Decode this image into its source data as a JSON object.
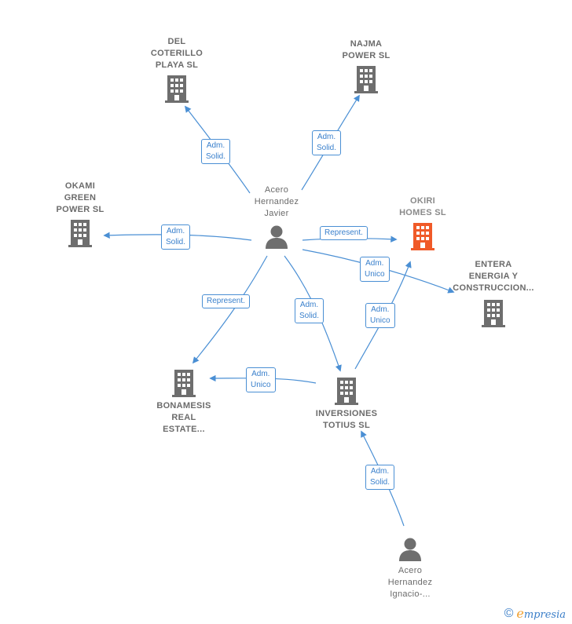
{
  "colors": {
    "edge": "#4a8fd4",
    "building": "#6e6e6e",
    "building_focus": "#f05a28",
    "person": "#6e6e6e"
  },
  "nodes": {
    "del_coterillo": {
      "label": "DEL\nCOTERILLO\nPLAYA SL",
      "icon": "building-icon"
    },
    "najma": {
      "label": "NAJMA\nPOWER SL",
      "icon": "building-icon"
    },
    "okami": {
      "label": "OKAMI\nGREEN\nPOWER SL",
      "icon": "building-icon"
    },
    "okiri": {
      "label": "OKIRI\nHOMES SL",
      "icon": "building-icon"
    },
    "entera": {
      "label": "ENTERA\nENERGIA Y\nCONSTRUCCION...",
      "icon": "building-icon"
    },
    "bonamesis": {
      "label": "BONAMESIS\nREAL\nESTATE...",
      "icon": "building-icon"
    },
    "inversiones": {
      "label": "INVERSIONES\nTOTIUS SL",
      "icon": "building-icon"
    },
    "acero_javier": {
      "label": "Acero\nHernandez\nJavier",
      "icon": "person-icon"
    },
    "acero_ignacio": {
      "label": "Acero\nHernandez\nIgnacio-...",
      "icon": "person-icon"
    }
  },
  "edges": {
    "javier_del_coterillo": "Adm.\nSolid.",
    "javier_najma": "Adm.\nSolid.",
    "javier_okami": "Adm.\nSolid.",
    "javier_okiri": "Represent.",
    "javier_entera": "Adm.\nUnico",
    "javier_bonamesis": "Represent.",
    "javier_inversiones": "Adm.\nSolid.",
    "inversiones_okiri": "Adm.\nUnico",
    "inversiones_bonamesis": "Adm.\nUnico",
    "ignacio_inversiones": "Adm.\nSolid."
  },
  "watermark": {
    "copyright": "©",
    "brand_initial": "e",
    "brand_rest": "mpresia"
  }
}
